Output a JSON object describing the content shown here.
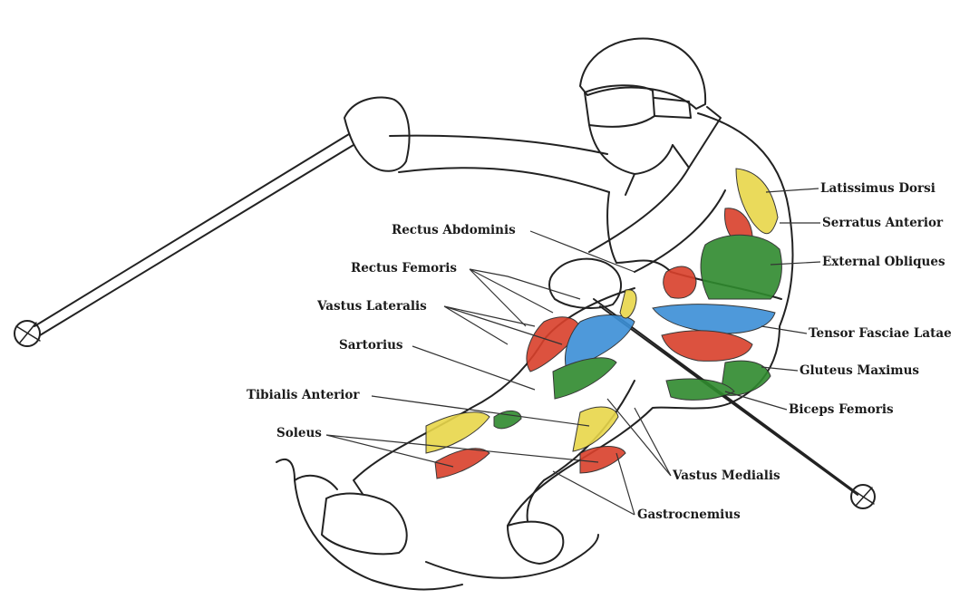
{
  "labels": {
    "latissimus_dorsi": "Latissimus Dorsi",
    "serratus_anterior": "Serratus Anterior",
    "external_obliques": "External Obliques",
    "rectus_abdominis": "Rectus Abdominis",
    "rectus_femoris": "Rectus Femoris",
    "vastus_lateralis": "Vastus Lateralis",
    "tensor_fasciae_latae": "Tensor Fasciae Latae",
    "sartorius": "Sartorius",
    "gluteus_maximus": "Gluteus Maximus",
    "tibialis_anterior": "Tibialis Anterior",
    "biceps_femoris": "Biceps Femoris",
    "soleus": "Soleus",
    "vastus_medialis": "Vastus Medialis",
    "gastrocnemius": "Gastrocnemius"
  },
  "colors": {
    "outline": "#222222",
    "red": "#d9402b",
    "green": "#2f8a2e",
    "blue": "#3b8fd6",
    "yellow": "#e8d64a",
    "leader": "#333333"
  }
}
